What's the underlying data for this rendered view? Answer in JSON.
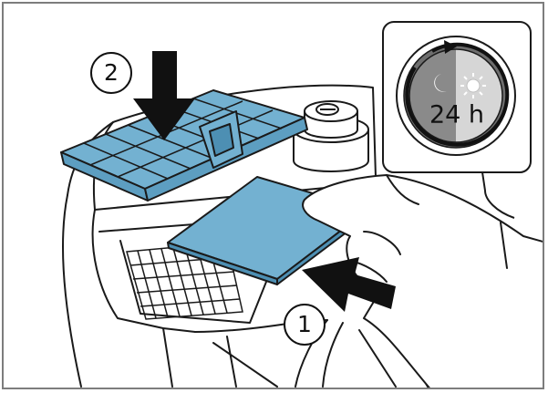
{
  "illustration": {
    "step_1_label": "1",
    "step_2_label": "2",
    "timer_label": "24 h",
    "colors": {
      "filter_blue": "#73b1d1",
      "line": "#1a1a1a",
      "frame": "#7d7d7d",
      "dial_dark": "#7b7b7b",
      "dial_light": "#d6d6d6"
    },
    "icons": [
      "moon-icon",
      "sun-icon",
      "down-arrow-icon",
      "left-arrow-icon"
    ]
  }
}
